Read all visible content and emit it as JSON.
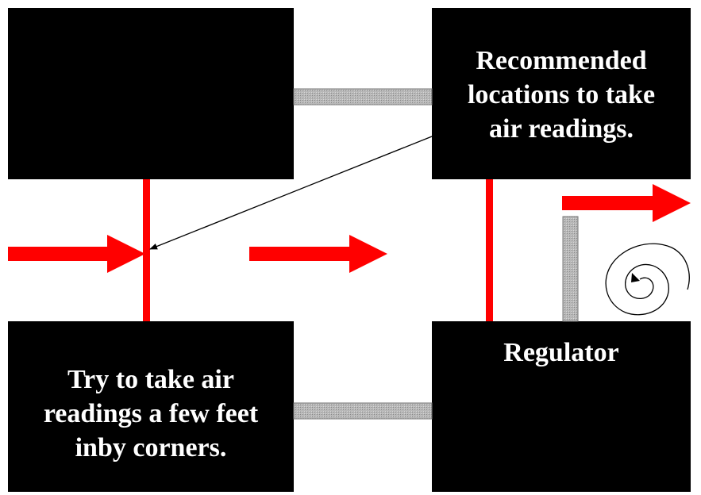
{
  "labels": {
    "recommended": "Recommended\nlocations to take\nair readings.",
    "corners": "Try to take air\nreadings a few feet\ninby corners.",
    "regulator": "Regulator"
  },
  "colors": {
    "block": "#000000",
    "airflow_arrow": "#ff0000",
    "stopping": "#a8a8a8",
    "pointer": "#000000"
  },
  "icons": [
    "airflow-arrow",
    "pointer-arrow",
    "turbulence-spiral"
  ]
}
